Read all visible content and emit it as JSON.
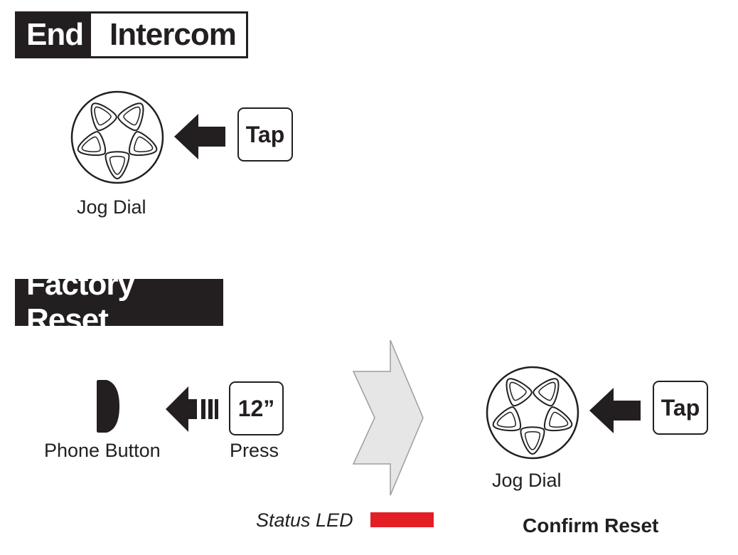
{
  "section_end_intercom": {
    "header_left": "End",
    "header_right": "Intercom",
    "key_label": "Tap",
    "device_label": "Jog Dial"
  },
  "section_factory_reset": {
    "header": "Factory Reset",
    "press_key_label": "12”",
    "press_caption": "Press",
    "phone_button_label": "Phone Button",
    "status_led_label": "Status LED",
    "status_led_color": "#e31e25",
    "tap_key_label": "Tap",
    "jog_dial_label": "Jog Dial",
    "confirm_label": "Confirm Reset"
  },
  "colors": {
    "ink": "#231f20",
    "led_red": "#e31e25",
    "transition_fill": "#e6e6e6",
    "transition_stroke": "#9d9d9d"
  },
  "icons": {
    "jog_dial": "jog-dial-icon",
    "arrow": "left-arrow-icon",
    "press_arrow": "press-arrow-icon",
    "phone_button": "phone-button-icon",
    "transition": "transition-arrow-icon"
  }
}
